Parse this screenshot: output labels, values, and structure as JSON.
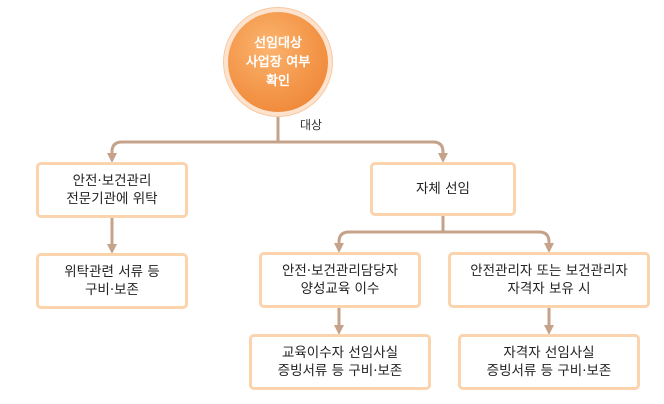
{
  "diagram": {
    "root": {
      "label": "선임대상\n사업장 여부\n확인"
    },
    "branch_label": "대상",
    "left_branch": {
      "top": "안전·보건관리\n전문기관에 위탁",
      "bottom": "위탁관련 서류 등\n구비·보존"
    },
    "right_branch": {
      "top": "자체 선임",
      "sub_left": {
        "top": "안전·보건관리담당자\n양성교육 이수",
        "bottom": "교육이수자 선임사실\n증빙서류 등 구비·보존"
      },
      "sub_right": {
        "top": "안전관리자 또는 보건관리자\n자격자 보유 시",
        "bottom": "자격자 선임사실\n증빙서류 등 구비·보존"
      }
    },
    "colors": {
      "circle_fill": "#f39548",
      "box_border": "#fbd3ad",
      "connector": "#c4a38a"
    }
  }
}
